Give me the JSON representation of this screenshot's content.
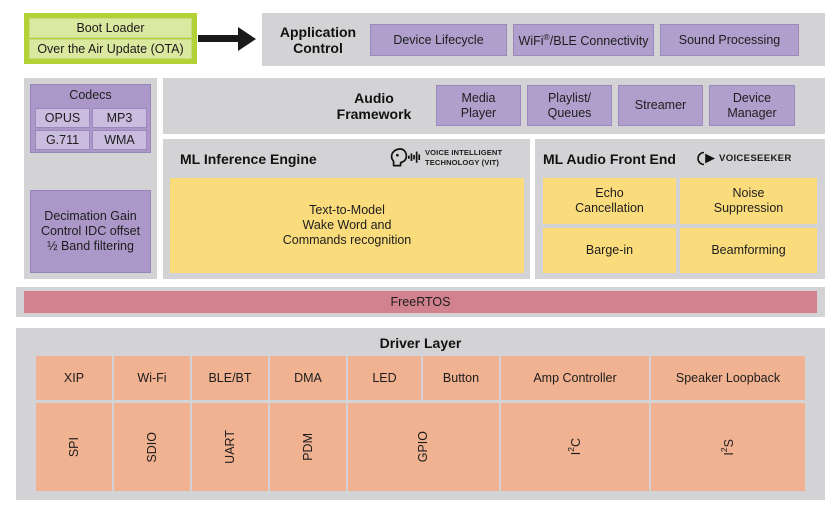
{
  "diagram": {
    "title": "Audio software architecture block diagram",
    "colors": {
      "panel_gray": "#d3d3d6",
      "boot_green": "#b2d235",
      "boot_cell_green": "#dbe8a0",
      "purple": "#b09fcc",
      "purple_light": "#c9bcdf",
      "yellow": "#fbdc7d",
      "orange": "#f0b291",
      "rose": "#d2818f",
      "arrow_black": "#1a1a1a"
    }
  },
  "boot": {
    "items": [
      {
        "label": "Boot Loader"
      },
      {
        "label": "Over the Air Update (OTA)"
      }
    ]
  },
  "arrow": {
    "name": "flow-arrow-right"
  },
  "application_control": {
    "title": "Application\nControl",
    "title_line1": "Application",
    "title_line2": "Control",
    "items": [
      {
        "label": "Device Lifecycle"
      },
      {
        "label": "WiFi®/BLE Connectivity"
      },
      {
        "label": "Sound Processing"
      }
    ]
  },
  "codecs": {
    "title": "Codecs",
    "items": [
      {
        "label": "OPUS"
      },
      {
        "label": "MP3"
      },
      {
        "label": "G.711"
      },
      {
        "label": "WMA"
      }
    ]
  },
  "decimation": {
    "line1": "Decimation Gain",
    "line2": "Control IDC offset",
    "line3": "½ Band filtering"
  },
  "audio_framework": {
    "title_line1": "Audio",
    "title_line2": "Framework",
    "items": [
      {
        "label": "Media\nPlayer",
        "l1": "Media",
        "l2": "Player"
      },
      {
        "label": "Playlist/\nQueues",
        "l1": "Playlist/",
        "l2": "Queues"
      },
      {
        "label": "Streamer",
        "l1": "Streamer",
        "l2": ""
      },
      {
        "label": "Device\nManager",
        "l1": "Device",
        "l2": "Manager"
      }
    ]
  },
  "ml_inference": {
    "title": "ML Inference Engine",
    "logo": {
      "name": "vit-logo",
      "line1": "VOICE INTELLIGENT",
      "line2": "TECHNOLOGY (VIT)"
    },
    "body": {
      "line1": "Text-to-Model",
      "line2": "Wake Word and",
      "line3": "Commands recognition"
    }
  },
  "ml_audio_front_end": {
    "title": "ML Audio Front End",
    "logo": {
      "name": "voiceseeker-logo",
      "text": "VOICESEEKER"
    },
    "items": [
      {
        "l1": "Echo",
        "l2": "Cancellation"
      },
      {
        "l1": "Noise",
        "l2": "Suppression"
      },
      {
        "l1": "Barge-in",
        "l2": ""
      },
      {
        "l1": "Beamforming",
        "l2": ""
      }
    ]
  },
  "rtos": {
    "label": "FreeRTOS"
  },
  "driver_layer": {
    "title": "Driver Layer",
    "top_row": [
      {
        "label": "XIP"
      },
      {
        "label": "Wi-Fi"
      },
      {
        "label": "BLE/BT"
      },
      {
        "label": "DMA"
      },
      {
        "label": "LED"
      },
      {
        "label": "Button"
      },
      {
        "label": "Amp Controller"
      },
      {
        "label": "Speaker Loopback"
      }
    ],
    "bottom_row": [
      {
        "label": "SPI"
      },
      {
        "label": "SDIO"
      },
      {
        "label": "UART"
      },
      {
        "label": "PDM"
      },
      {
        "label": "GPIO"
      },
      {
        "label": "I2C",
        "sup_base": "I",
        "sup": "2",
        "sup_tail": "C"
      },
      {
        "label": "I2S",
        "sup_base": "I",
        "sup": "2",
        "sup_tail": "S"
      }
    ]
  }
}
